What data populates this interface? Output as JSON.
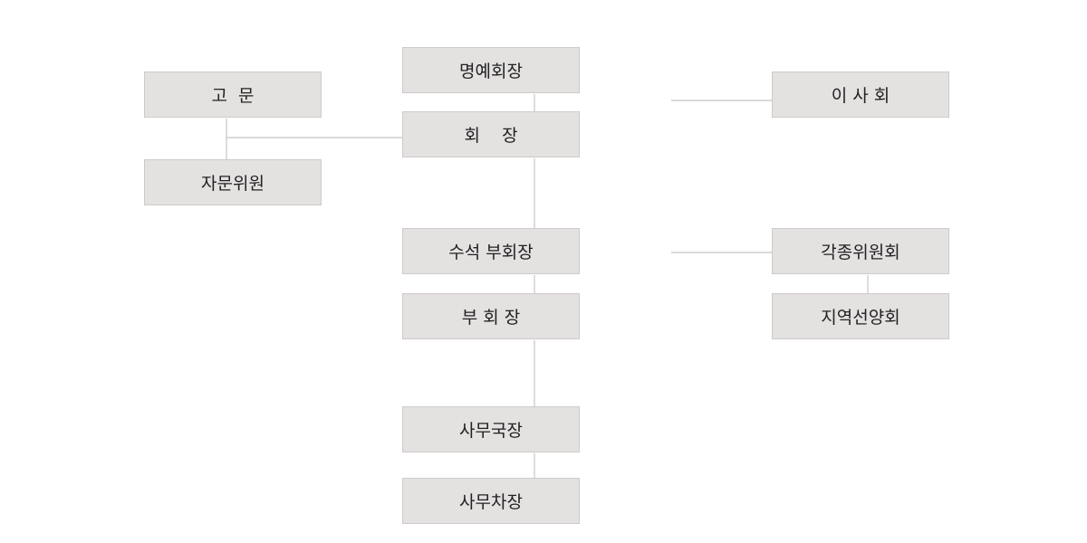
{
  "org_chart": {
    "honorary_president": "명예회장",
    "president": "회    장",
    "senior_vice_president": "수석 부회장",
    "vice_president": "부 회 장",
    "secretary_general": "사무국장",
    "deputy_secretary_general": "사무차장",
    "advisor": "고  문",
    "advisory_committee": "자문위원",
    "board_of_directors": "이 사 회",
    "committees": "각종위원회",
    "regional_association": "지역선양회"
  },
  "colors": {
    "box_fill": "#e4e1e1",
    "box_border": "#cfcaca",
    "connector": "#c8c4c4",
    "text": "#222222"
  }
}
